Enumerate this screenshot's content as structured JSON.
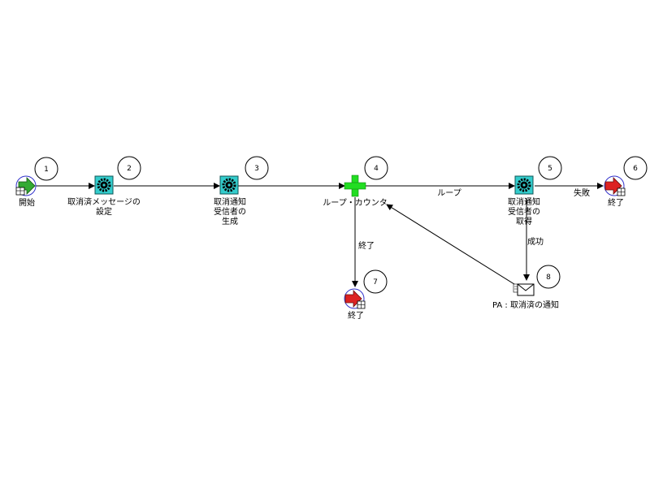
{
  "nodes": {
    "n1": {
      "label": "開始",
      "number": "1"
    },
    "n2": {
      "line1": "取消済メッセージの",
      "line2": "設定",
      "number": "2"
    },
    "n3": {
      "line1": "取消通知",
      "line2": "受信者の",
      "line3": "生成",
      "number": "3"
    },
    "n4": {
      "label": "ループ・カウンタ",
      "number": "4"
    },
    "n5": {
      "line1": "取消通知",
      "line2": "受信者の",
      "line3": "取得",
      "number": "5"
    },
    "n6": {
      "label": "終了",
      "number": "6"
    },
    "n7": {
      "label": "終了",
      "number": "7"
    },
    "n8": {
      "label": "PA : 取消済の通知",
      "number": "8"
    }
  },
  "edges": {
    "loop": "ループ",
    "fail": "失敗",
    "end": "終了",
    "success": "成功"
  },
  "colors": {
    "activity_fill": "#33cccc",
    "start_green": "#33aa33",
    "end_red": "#dd2222",
    "plus_green": "#22dd22"
  }
}
